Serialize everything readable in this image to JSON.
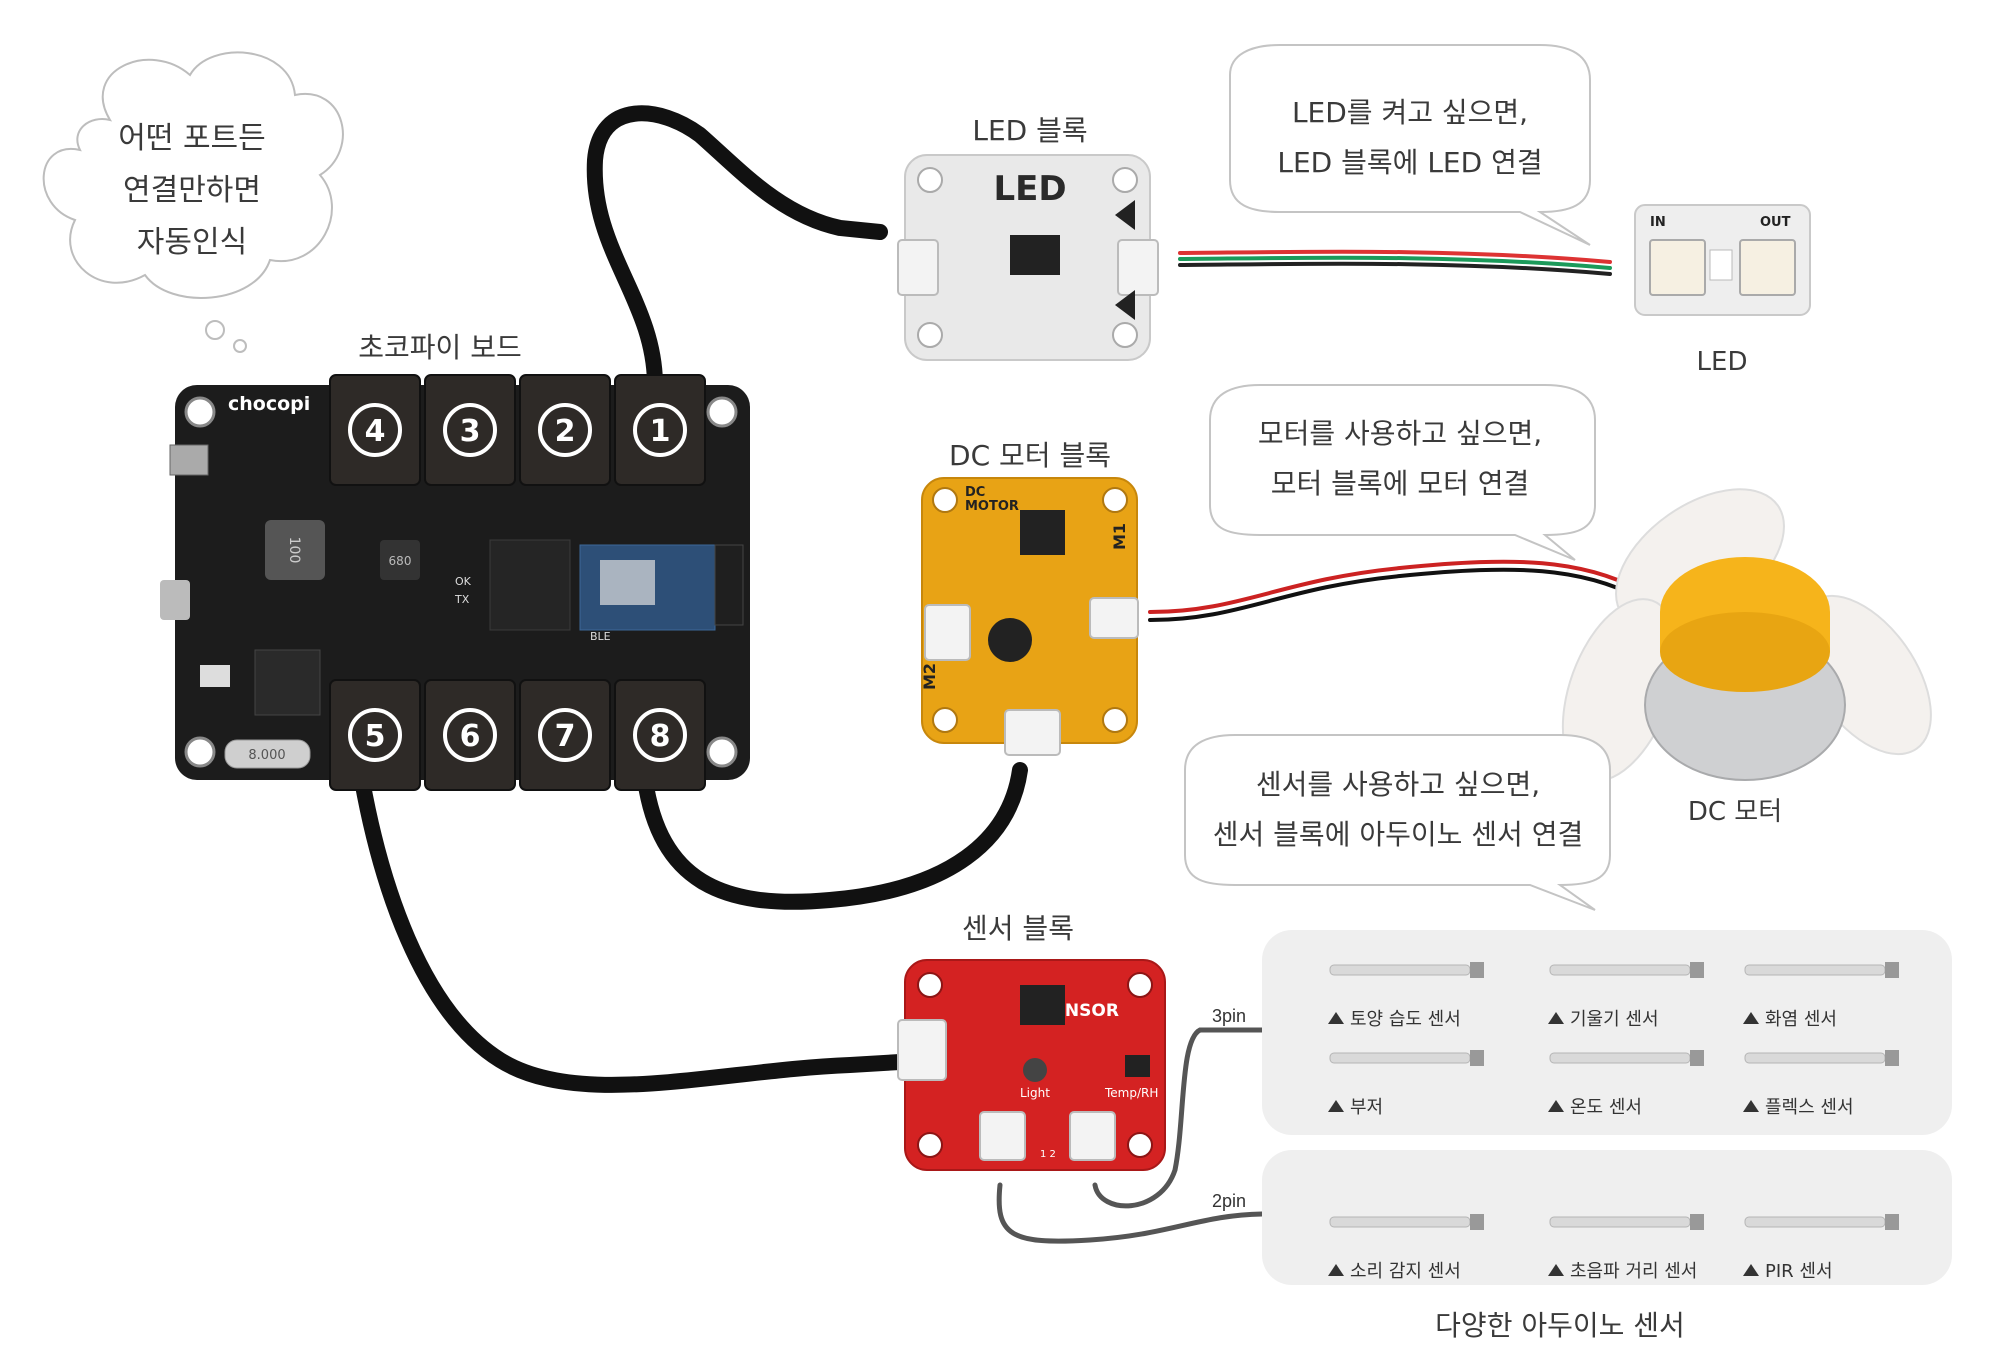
{
  "cloud_bubble": {
    "lines": [
      "어떤 포트든",
      "연결만하면",
      "자동인식"
    ]
  },
  "board": {
    "title": "초코파이 보드",
    "logo": "chocopi",
    "ports_top": [
      "4",
      "3",
      "2",
      "1"
    ],
    "ports_bottom": [
      "5",
      "6",
      "7",
      "8"
    ],
    "chip_labels": {
      "inductor": "100",
      "cap": "680",
      "ok": "OK",
      "tx": "TX",
      "ble": "BLE",
      "crystal": "8.000"
    }
  },
  "led_block": {
    "label": "LED 블록",
    "board_text": "LED"
  },
  "led_bubble": {
    "lines": [
      "LED를 켜고 싶으면,",
      "LED 블록에 LED 연결"
    ]
  },
  "led_module": {
    "label": "LED",
    "in_text": "IN",
    "out_text": "OUT"
  },
  "dc_block": {
    "label": "DC 모터 블록",
    "board_text_1": "DC",
    "board_text_2": "MOTOR",
    "m1": "M1",
    "m2": "M2"
  },
  "motor_bubble": {
    "lines": [
      "모터를 사용하고 싶으면,",
      "모터 블록에 모터 연결"
    ]
  },
  "dc_motor": {
    "label": "DC 모터"
  },
  "sensor_bubble": {
    "lines": [
      "센서를 사용하고 싶으면,",
      "센서 블록에 아두이노 센서 연결"
    ]
  },
  "sensor_block": {
    "label": "센서 블록",
    "board_text": "SENSOR",
    "light": "Light",
    "temp": "Temp/RH",
    "pin12": "1 2"
  },
  "pin_labels": {
    "three": "3pin",
    "two": "2pin"
  },
  "sensors_3pin": [
    "토양 습도 센서",
    "기울기 센서",
    "화염 센서",
    "부저",
    "온도 센서",
    "플렉스 센서"
  ],
  "sensors_2pin": [
    "소리 감지 센서",
    "초음파 거리 센서",
    "PIR 센서"
  ],
  "footer": {
    "caption": "다양한 아두이노 센서"
  },
  "colors": {
    "board": "#1c1c1c",
    "led_board": "#e9e9e9",
    "dc_board": "#e8a315",
    "sensor_board": "#d42222",
    "motor_yellow": "#f6b41b",
    "sensor_panel": "#efefef"
  }
}
